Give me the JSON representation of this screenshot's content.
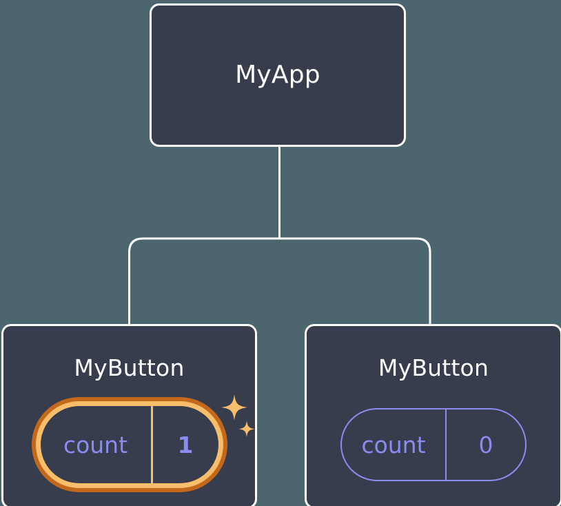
{
  "diagram": {
    "type": "component-tree",
    "background_color": "#4c6670",
    "node_fill_color": "#373d4c",
    "node_border_color": "#ffffff",
    "connector_color": "#ffffff",
    "state_text_color": "#8c8cf0",
    "highlight_outer_color": "#c4681c",
    "highlight_inner_color": "#f9be6b",
    "sparkle_color": "#f9be6b"
  },
  "root": {
    "title": "MyApp"
  },
  "children": [
    {
      "title": "MyButton",
      "state": {
        "key": "count",
        "value": "1"
      },
      "highlighted": true,
      "sparkle_large": "sparkle-icon",
      "sparkle_small": "sparkle-icon"
    },
    {
      "title": "MyButton",
      "state": {
        "key": "count",
        "value": "0"
      },
      "highlighted": false
    }
  ]
}
